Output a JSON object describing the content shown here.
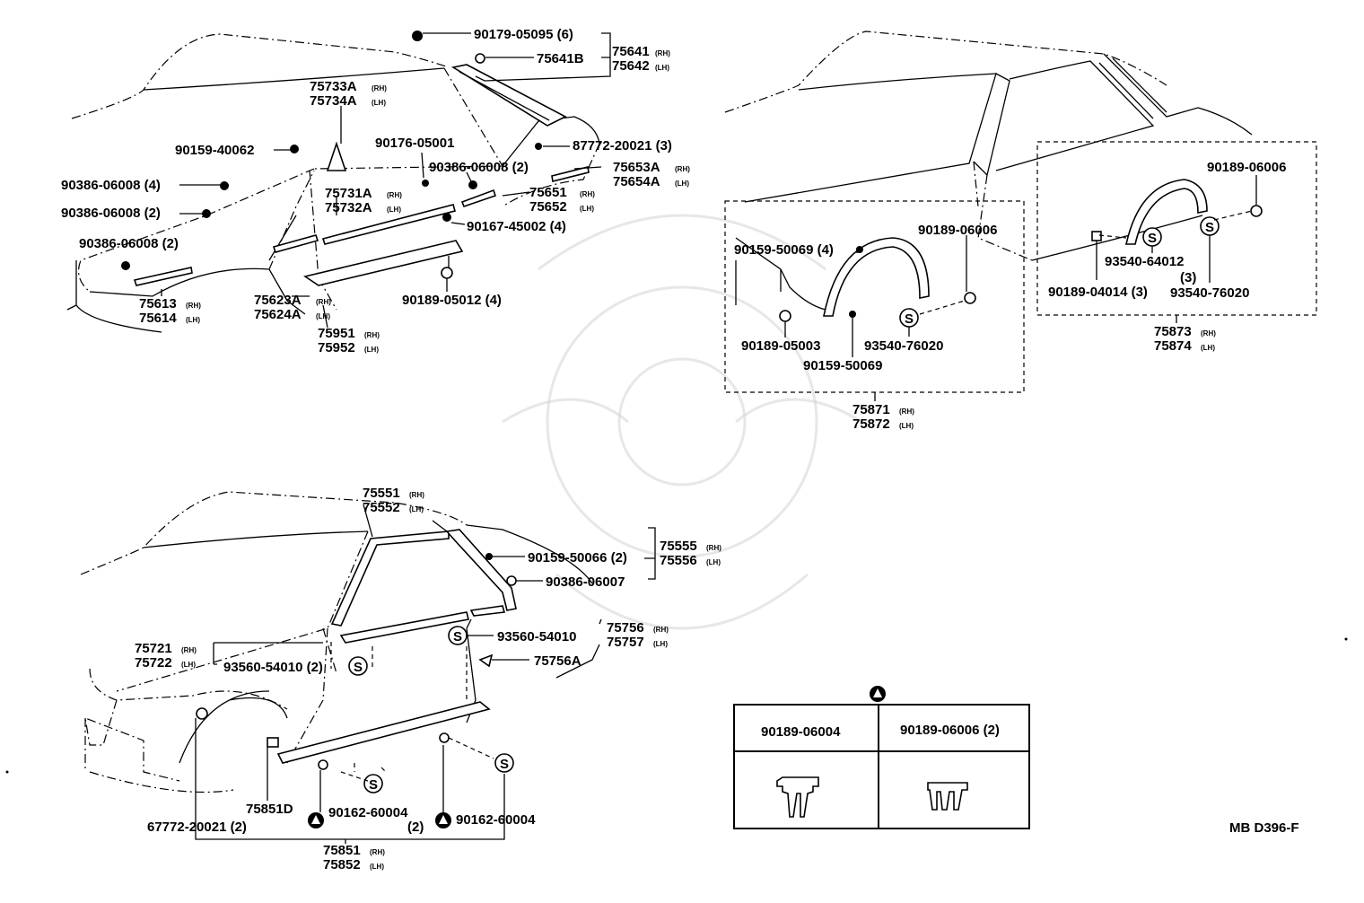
{
  "diagram_code": "MB D396-F",
  "symbols": {
    "clip_s": "S",
    "clip_triangle": "▲"
  },
  "top_left": {
    "labels": [
      {
        "id": "90179-05095",
        "text": "90179-05095 (6)"
      },
      {
        "id": "75641b",
        "text": "75641B"
      },
      {
        "id": "75641",
        "text": "75641",
        "suffix": "(RH)"
      },
      {
        "id": "75642",
        "text": "75642",
        "suffix": "(LH)"
      },
      {
        "id": "75733a",
        "text": "75733A",
        "suffix": "(RH)"
      },
      {
        "id": "75734a",
        "text": "75734A",
        "suffix": "(LH)"
      },
      {
        "id": "90159-40062",
        "text": "90159-40062"
      },
      {
        "id": "90176-05001",
        "text": "90176-05001"
      },
      {
        "id": "87772-20021",
        "text": "87772-20021 (3)"
      },
      {
        "id": "90386-06008-a",
        "text": "90386-06008 (2)"
      },
      {
        "id": "75653a",
        "text": "75653A",
        "suffix": "(RH)"
      },
      {
        "id": "75654a",
        "text": "75654A",
        "suffix": "(LH)"
      },
      {
        "id": "90386-06008-b",
        "text": "90386-06008 (4)"
      },
      {
        "id": "75731a",
        "text": "75731A",
        "suffix": "(RH)"
      },
      {
        "id": "75732a",
        "text": "75732A",
        "suffix": "(LH)"
      },
      {
        "id": "75651",
        "text": "75651",
        "suffix": "(RH)"
      },
      {
        "id": "75652",
        "text": "75652",
        "suffix": "(LH)"
      },
      {
        "id": "90386-06008-c",
        "text": "90386-06008 (2)"
      },
      {
        "id": "90167-45002",
        "text": "90167-45002 (4)"
      },
      {
        "id": "90386-06008-d",
        "text": "90386-06008 (2)"
      },
      {
        "id": "75623a",
        "text": "75623A",
        "suffix": "(RH)"
      },
      {
        "id": "75624a",
        "text": "75624A",
        "suffix": "(LH)"
      },
      {
        "id": "90189-05012",
        "text": "90189-05012 (4)"
      },
      {
        "id": "75613",
        "text": "75613",
        "suffix": "(RH)"
      },
      {
        "id": "75614",
        "text": "75614",
        "suffix": "(LH)"
      },
      {
        "id": "75951",
        "text": "75951",
        "suffix": "(RH)"
      },
      {
        "id": "75952",
        "text": "75952",
        "suffix": "(LH)"
      }
    ]
  },
  "top_right": {
    "labels": [
      {
        "id": "90189-06006-a",
        "text": "90189-06006"
      },
      {
        "id": "90159-50069-a",
        "text": "90159-50069 (4)"
      },
      {
        "id": "90189-06006-b",
        "text": "90189-06006"
      },
      {
        "id": "93540-64012",
        "text": "93540-64012"
      },
      {
        "id": "qty3",
        "text": "(3)"
      },
      {
        "id": "90189-04014",
        "text": "90189-04014 (3)"
      },
      {
        "id": "93540-76020-a",
        "text": "93540-76020"
      },
      {
        "id": "90189-05003",
        "text": "90189-05003"
      },
      {
        "id": "93540-76020-b",
        "text": "93540-76020"
      },
      {
        "id": "90159-50069-b",
        "text": "90159-50069"
      },
      {
        "id": "75873",
        "text": "75873",
        "suffix": "(RH)"
      },
      {
        "id": "75874",
        "text": "75874",
        "suffix": "(LH)"
      },
      {
        "id": "75871",
        "text": "75871",
        "suffix": "(RH)"
      },
      {
        "id": "75872",
        "text": "75872",
        "suffix": "(LH)"
      }
    ]
  },
  "bottom_left": {
    "labels": [
      {
        "id": "75551",
        "text": "75551",
        "suffix": "(RH)"
      },
      {
        "id": "75552",
        "text": "75552",
        "suffix": "(LH)"
      },
      {
        "id": "90159-50066",
        "text": "90159-50066 (2)"
      },
      {
        "id": "75555",
        "text": "75555",
        "suffix": "(RH)"
      },
      {
        "id": "75556",
        "text": "75556",
        "suffix": "(LH)"
      },
      {
        "id": "90386-06007",
        "text": "90386-06007"
      },
      {
        "id": "75756",
        "text": "75756",
        "suffix": "(RH)"
      },
      {
        "id": "75757",
        "text": "75757",
        "suffix": "(LH)"
      },
      {
        "id": "93560-54010-a",
        "text": "93560-54010"
      },
      {
        "id": "75721",
        "text": "75721",
        "suffix": "(RH)"
      },
      {
        "id": "75722",
        "text": "75722",
        "suffix": "(LH)"
      },
      {
        "id": "93560-54010-b",
        "text": "93560-54010 (2)"
      },
      {
        "id": "75756a",
        "text": "75756A"
      },
      {
        "id": "75851d",
        "text": "75851D"
      },
      {
        "id": "90162-60004-a",
        "text": "90162-60004"
      },
      {
        "id": "qty2",
        "text": "(2)"
      },
      {
        "id": "90162-60004-b",
        "text": "90162-60004"
      },
      {
        "id": "67772-20021",
        "text": "67772-20021 (2)"
      },
      {
        "id": "75851",
        "text": "75851",
        "suffix": "(RH)"
      },
      {
        "id": "75852",
        "text": "75852",
        "suffix": "(LH)"
      }
    ]
  },
  "clip_table": {
    "header_symbol": "▲",
    "columns": [
      {
        "part": "90189-06004"
      },
      {
        "part": "90189-06006 (2)"
      }
    ]
  }
}
